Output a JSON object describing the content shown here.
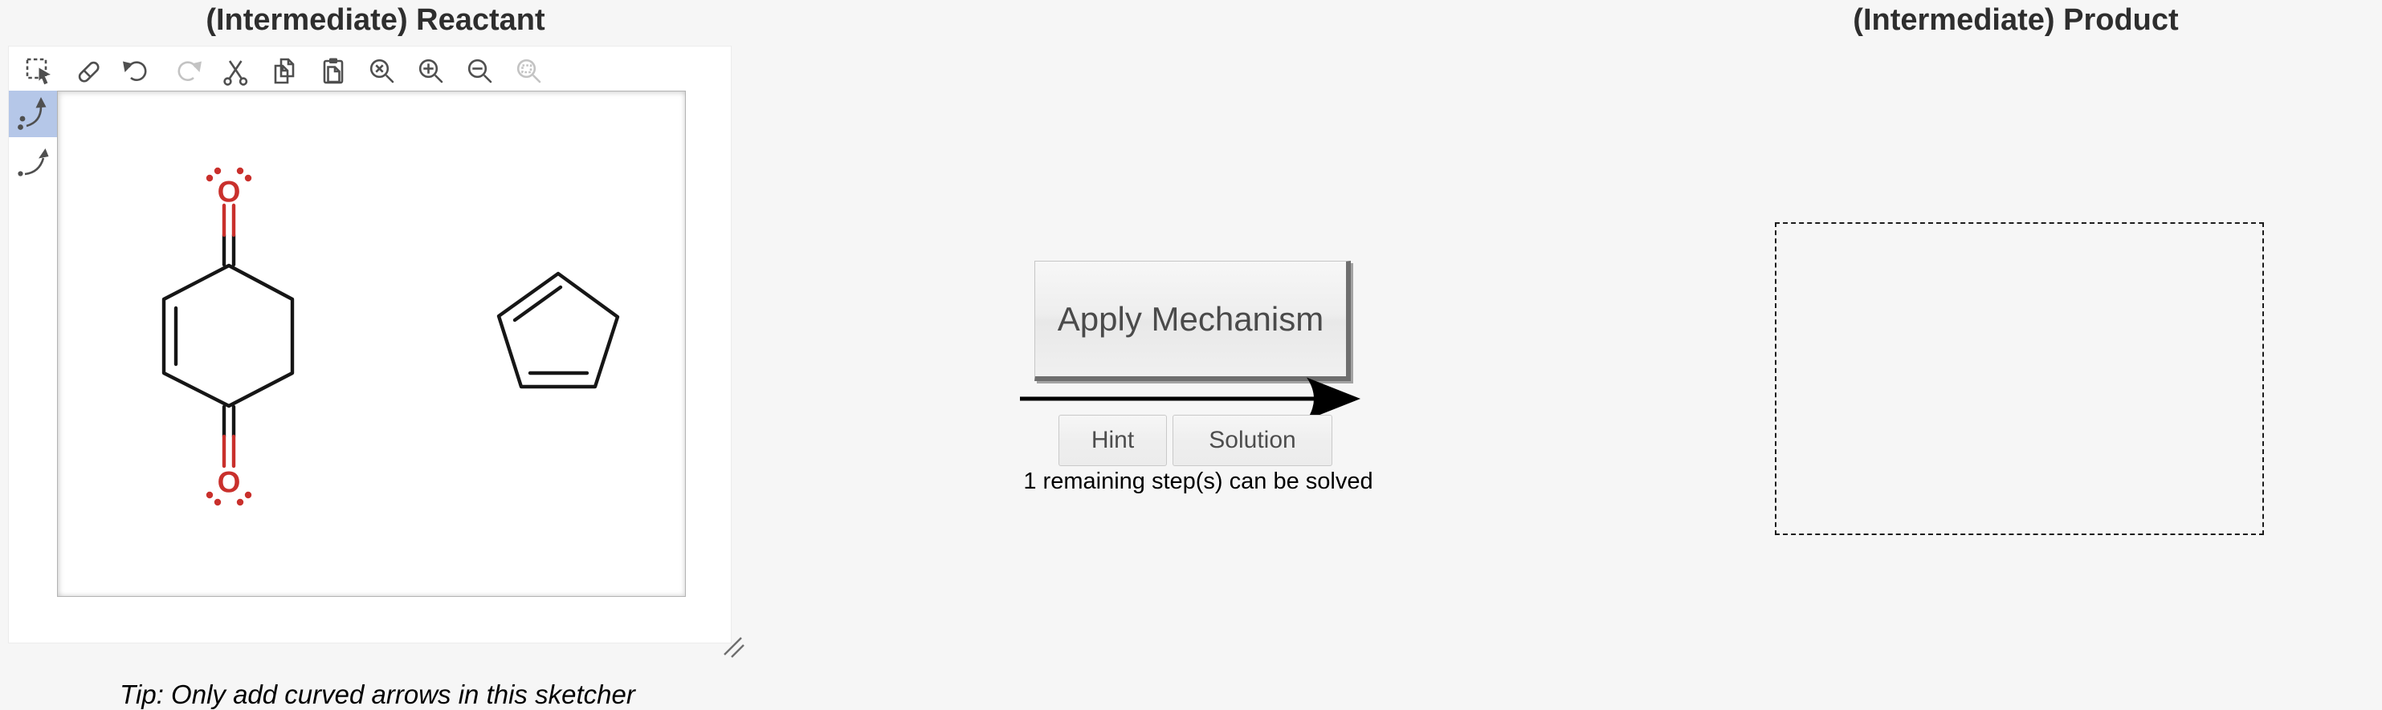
{
  "reactant": {
    "title": "(Intermediate) Reactant",
    "tip": "Tip: Only add curved arrows in this sketcher",
    "oxygen_label": "O",
    "toolbar_icons": [
      {
        "name": "select-marquee",
        "enabled": true
      },
      {
        "name": "eraser",
        "enabled": true
      },
      {
        "name": "undo",
        "enabled": true
      },
      {
        "name": "redo",
        "enabled": false
      },
      {
        "name": "cut",
        "enabled": true
      },
      {
        "name": "copy",
        "enabled": true
      },
      {
        "name": "paste",
        "enabled": true
      },
      {
        "name": "zoom-reset",
        "enabled": true
      },
      {
        "name": "zoom-in",
        "enabled": true
      },
      {
        "name": "zoom-out",
        "enabled": true
      },
      {
        "name": "zoom-to-selection",
        "enabled": false
      }
    ],
    "arrow_tools": [
      {
        "name": "electron-pair-curved-arrow",
        "selected": true
      },
      {
        "name": "single-electron-curved-arrow",
        "selected": false
      }
    ],
    "molecules": [
      "cyclohex-2-ene-1,4-dione",
      "cyclopenta-1,3-diene"
    ]
  },
  "controls": {
    "apply_label": "Apply Mechanism",
    "hint_label": "Hint",
    "solution_label": "Solution",
    "status_text": "1 remaining step(s) can be solved"
  },
  "product": {
    "title": "(Intermediate) Product"
  },
  "colors": {
    "page_bg": "#f6f6f6",
    "oxygen_red": "#c9302c",
    "bond_black": "#161616",
    "selected_tool_bg": "#b5c7e8",
    "icon": "#4f4f4f",
    "icon_disabled": "#c3c3c3"
  }
}
